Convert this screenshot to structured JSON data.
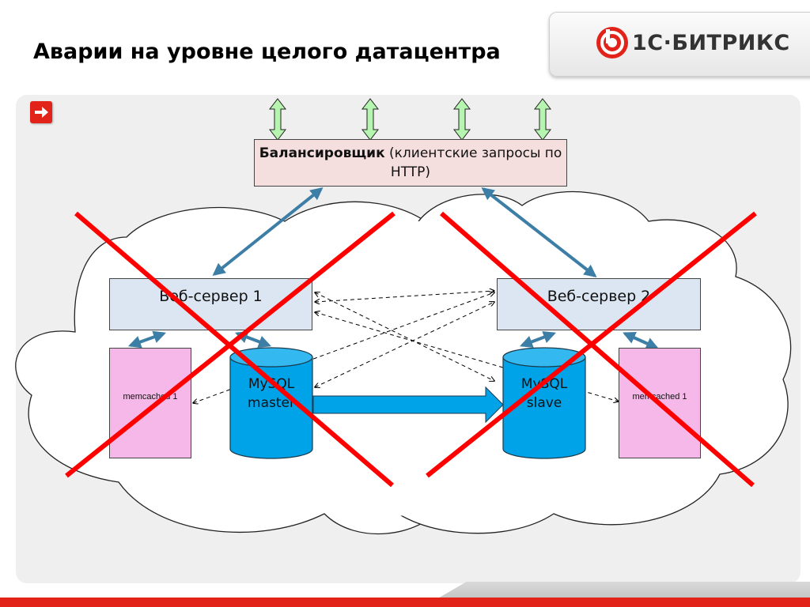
{
  "slide": {
    "title": "Аварии на уровне целого датацентра"
  },
  "logo": {
    "text": "1С·БИТРИКС",
    "icon": "bitrix-logo-icon",
    "color": "#e2231a"
  },
  "nav": {
    "icon": "arrow-right-icon"
  },
  "diagram": {
    "balancer": {
      "bold": "Балансировщик",
      "rest": " (клиентские запросы по HTTP)"
    },
    "web1": "Веб-сервер 1",
    "web2": "Веб-сервер 2",
    "memcached1": "memcached 1",
    "memcached2": "memcached 1",
    "mysql_master_l1": "MySQL",
    "mysql_master_l2": "master",
    "mysql_slave_l1": "MySQL",
    "mysql_slave_l2": "slave"
  },
  "colors": {
    "accent": "#e2231a",
    "balancer_fill": "#f5dede",
    "web_fill": "#dbe6f2",
    "memcached_fill": "#f6b8e8",
    "db_fill": "#00a2e8",
    "arrow_blue": "#3d7ea6",
    "arrow_green": "#b6f5b0",
    "cross": "#ff0000"
  }
}
